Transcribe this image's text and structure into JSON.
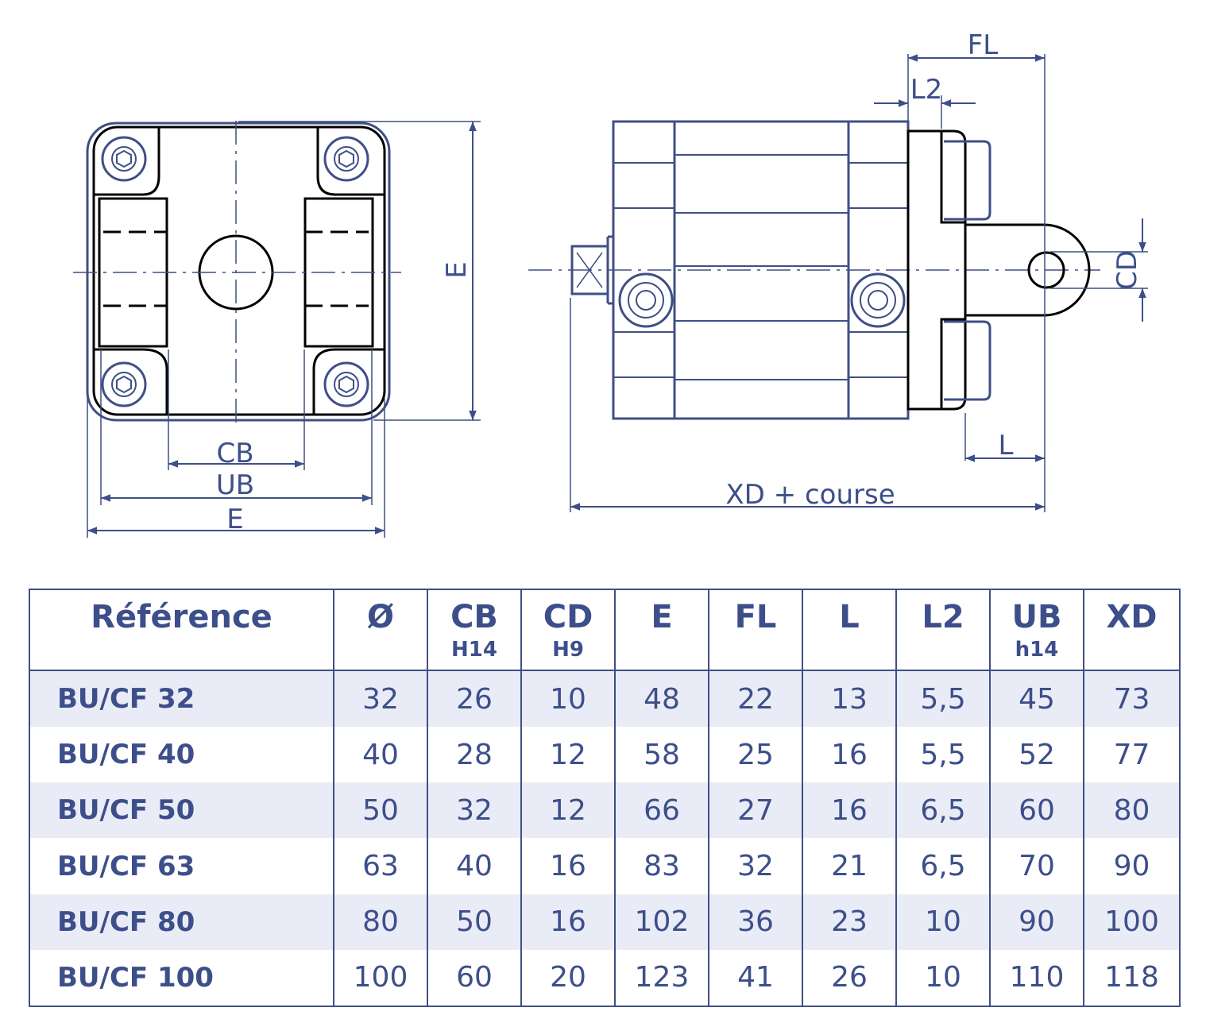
{
  "colors": {
    "accent": "#3d4f8a",
    "line": "#3f4f86",
    "stripe": "#e9ecf6",
    "outline": "#000000"
  },
  "drawing": {
    "front_view": {
      "dim_cb": "CB",
      "dim_ub": "UB",
      "dim_e_bottom": "E",
      "dim_e_side": "E"
    },
    "side_view": {
      "dim_fl": "FL",
      "dim_l2": "L2",
      "dim_cd": "CD",
      "dim_l": "L",
      "dim_xd": "XD + course"
    }
  },
  "table": {
    "headers": [
      {
        "label": "Référence",
        "sub": ""
      },
      {
        "label": "Ø",
        "sub": ""
      },
      {
        "label": "CB",
        "sub": "H14"
      },
      {
        "label": "CD",
        "sub": "H9"
      },
      {
        "label": "E",
        "sub": ""
      },
      {
        "label": "FL",
        "sub": ""
      },
      {
        "label": "L",
        "sub": ""
      },
      {
        "label": "L2",
        "sub": ""
      },
      {
        "label": "UB",
        "sub": "h14"
      },
      {
        "label": "XD",
        "sub": ""
      }
    ],
    "rows": [
      [
        "BU/CF 32",
        "32",
        "26",
        "10",
        "48",
        "22",
        "13",
        "5,5",
        "45",
        "73"
      ],
      [
        "BU/CF 40",
        "40",
        "28",
        "12",
        "58",
        "25",
        "16",
        "5,5",
        "52",
        "77"
      ],
      [
        "BU/CF 50",
        "50",
        "32",
        "12",
        "66",
        "27",
        "16",
        "6,5",
        "60",
        "80"
      ],
      [
        "BU/CF 63",
        "63",
        "40",
        "16",
        "83",
        "32",
        "21",
        "6,5",
        "70",
        "90"
      ],
      [
        "BU/CF 80",
        "80",
        "50",
        "16",
        "102",
        "36",
        "23",
        "10",
        "90",
        "100"
      ],
      [
        "BU/CF 100",
        "100",
        "60",
        "20",
        "123",
        "41",
        "26",
        "10",
        "110",
        "118"
      ]
    ]
  }
}
